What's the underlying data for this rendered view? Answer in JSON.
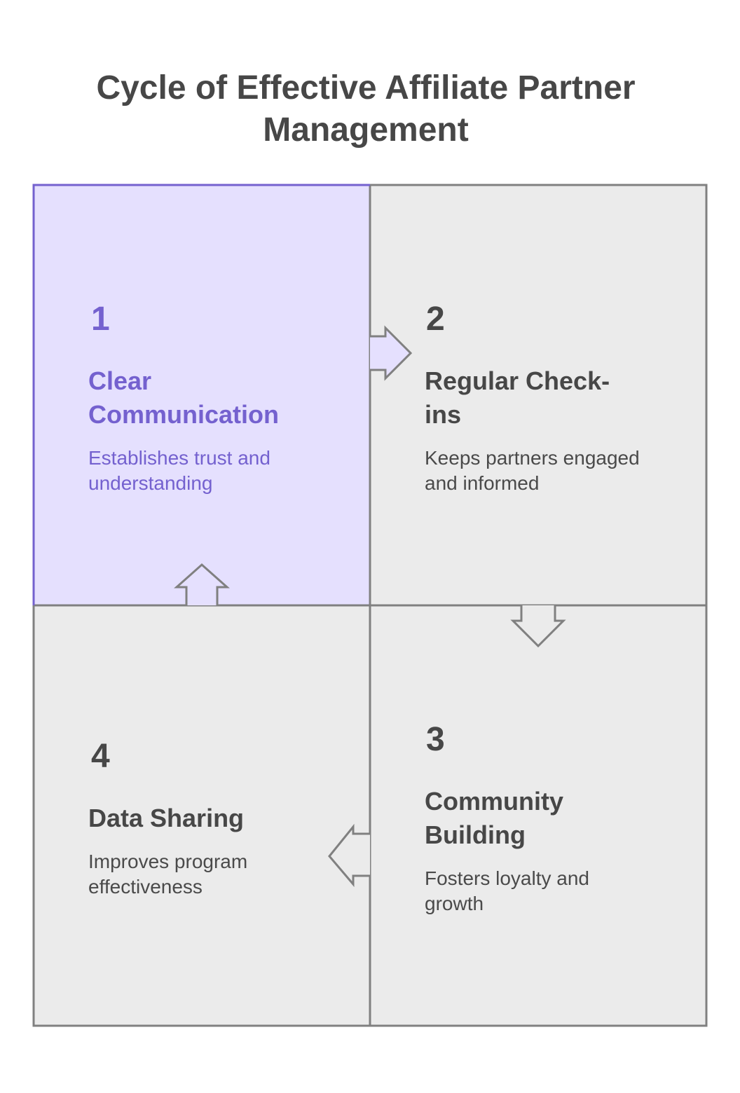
{
  "title": {
    "line1": "Cycle of Effective Affiliate Partner",
    "line2": "Management"
  },
  "colors": {
    "highlight_fill": "#e5e0fe",
    "highlight_stroke": "#7461cf",
    "cell_fill": "#ebebeb",
    "cell_stroke": "#808080",
    "text_dark": "#474747"
  },
  "steps": [
    {
      "number": "1",
      "heading_line1": "Clear",
      "heading_line2": "Communication",
      "desc_line1": "Establishes trust and",
      "desc_line2": "understanding"
    },
    {
      "number": "2",
      "heading_line1": "Regular Check-",
      "heading_line2": "ins",
      "desc_line1": "Keeps partners engaged",
      "desc_line2": "and informed"
    },
    {
      "number": "3",
      "heading_line1": "Community",
      "heading_line2": "Building",
      "desc_line1": "Fosters loyalty and",
      "desc_line2": "growth"
    },
    {
      "number": "4",
      "heading_line1": "Data Sharing",
      "heading_line2": "",
      "desc_line1": "Improves program",
      "desc_line2": "effectiveness"
    }
  ],
  "arrows": [
    {
      "from": "1",
      "to": "2",
      "direction": "right"
    },
    {
      "from": "2",
      "to": "3",
      "direction": "down"
    },
    {
      "from": "3",
      "to": "4",
      "direction": "left"
    },
    {
      "from": "4",
      "to": "1",
      "direction": "up"
    }
  ]
}
